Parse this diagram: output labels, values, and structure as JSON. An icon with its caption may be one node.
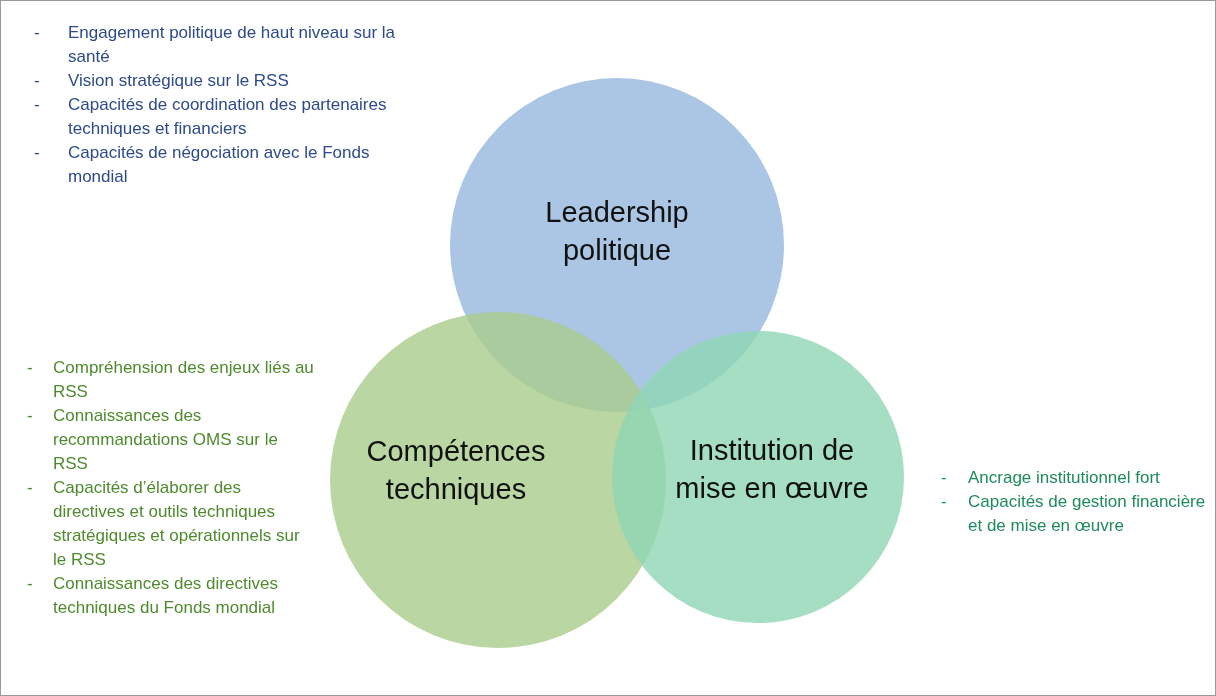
{
  "diagram": {
    "nodes": [
      {
        "text": [
          "Leadership politique"
        ]
      },
      {
        "text": [
          "Compétences techniques"
        ]
      },
      {
        "text": [
          "Institution de mise en œuvre"
        ]
      }
    ],
    "labels": [
      "-",
      "Engagement politique de haut niveau sur la santé",
      "-",
      "Vision stratégique sur le RSS",
      "-",
      "Capacités de coordination des partenaires techniques et financiers",
      "-",
      "Capacités de négociation avec le Fonds mondial",
      "-",
      "Compréhension des enjeux liés au RSS",
      "-",
      "Connaissances des recommandations OMS sur le RSS",
      "-",
      "Capacités d’élaborer des directives et outils techniques stratégiques et opérationnels sur le RSS",
      "-",
      "Connaissances des directives techniques du Fonds mondial",
      "-",
      "Ancrage institutionnel fort",
      "-",
      "Capacités de gestion financière et de mise en œuvre"
    ]
  }
}
